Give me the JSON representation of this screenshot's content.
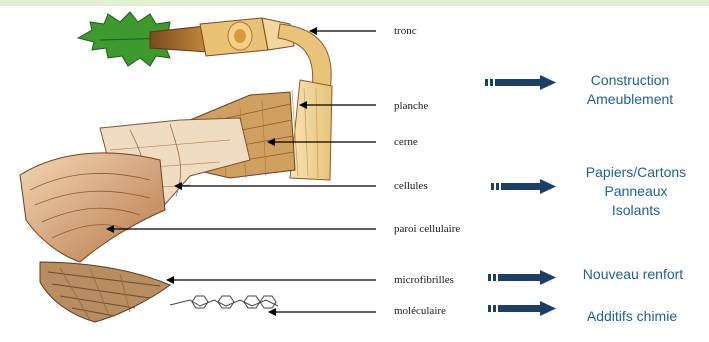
{
  "levels": [
    {
      "id": "tronc",
      "label": "tronc"
    },
    {
      "id": "planche",
      "label": "planche"
    },
    {
      "id": "cerne",
      "label": "cerne"
    },
    {
      "id": "cellules",
      "label": "cellules"
    },
    {
      "id": "paroi",
      "label": "paroi cellulaire"
    },
    {
      "id": "microfibrilles",
      "label": "microfibrilles"
    },
    {
      "id": "moleculaire",
      "label": "moléculaire"
    }
  ],
  "applications": [
    {
      "lines": [
        "Construction",
        "Ameublement"
      ]
    },
    {
      "lines": [
        "Papiers/Cartons",
        "Panneaux",
        "Isolants"
      ]
    },
    {
      "lines": [
        "Nouveau renfort"
      ]
    },
    {
      "lines": [
        "Additifs chimie"
      ]
    }
  ],
  "colors": {
    "accent_text": "#1f5fa0",
    "arrow_fill": "#1b3f66",
    "wood_light": "#f2dba0",
    "wood_mid": "#d9a860",
    "wood_dark": "#8a5a2b",
    "leaf": "#3e9a2e",
    "topbar": "#e3efd2"
  }
}
